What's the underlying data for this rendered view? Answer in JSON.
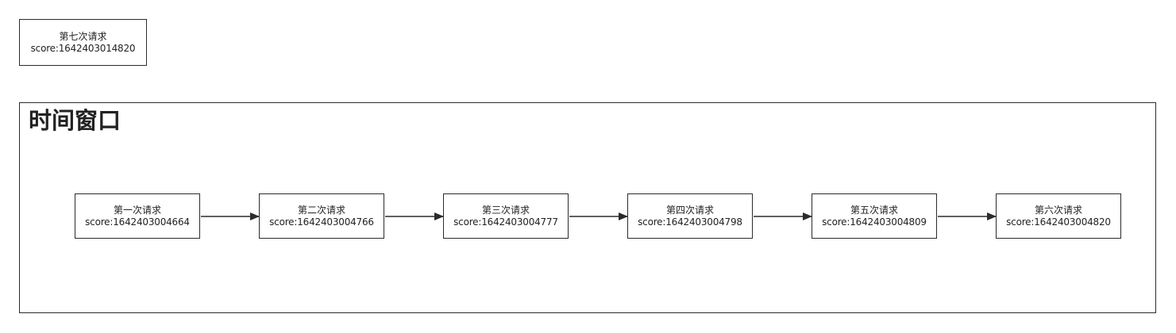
{
  "outside_request": {
    "title": "第七次请求",
    "score": "score:1642403014820"
  },
  "window": {
    "title": "时间窗口",
    "requests": [
      {
        "title": "第一次请求",
        "score": "score:1642403004664"
      },
      {
        "title": "第二次请求",
        "score": "score:1642403004766"
      },
      {
        "title": "第三次请求",
        "score": "score:1642403004777"
      },
      {
        "title": "第四次请求",
        "score": "score:1642403004798"
      },
      {
        "title": "第五次请求",
        "score": "score:1642403004809"
      },
      {
        "title": "第六次请求",
        "score": "score:1642403004820"
      }
    ]
  },
  "colors": {
    "stroke": "#2b2b2b",
    "background": "#ffffff"
  }
}
